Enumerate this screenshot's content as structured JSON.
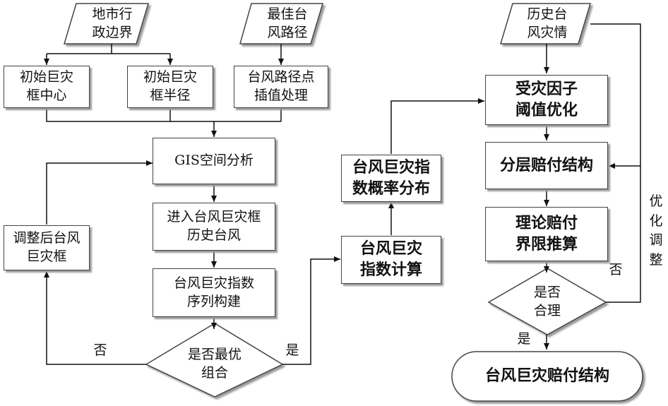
{
  "inputs": {
    "admin_boundary": [
      "地市行",
      "政边界"
    ],
    "best_track": [
      "最佳台",
      "风路径"
    ],
    "historical_damage": [
      "历史台",
      "风灾情"
    ]
  },
  "left": {
    "initial_center": [
      "初始巨灾",
      "框中心"
    ],
    "initial_radius": [
      "初始巨灾",
      "框半径"
    ],
    "track_interp": [
      "台风路径点",
      "插值处理"
    ],
    "gis": "GIS空间分析",
    "enter_box": [
      "进入台风巨灾框",
      "历史台风"
    ],
    "index_seq": [
      "台风巨灾指数",
      "序列构建"
    ],
    "decision": [
      "是否最优",
      "组合"
    ],
    "adjusted_box": [
      "调整后台风",
      "巨灾框"
    ],
    "no_label": "否",
    "yes_label": "是"
  },
  "middle": {
    "index_calc": [
      "台风巨灾",
      "指数计算"
    ],
    "index_dist": [
      "台风巨灾指",
      "数概率分布"
    ]
  },
  "right": {
    "threshold": [
      "受灾因子",
      "阈值优化"
    ],
    "layered": "分层赔付结构",
    "theory": [
      "理论赔付",
      "界限推算"
    ],
    "decision": [
      "是否",
      "合理"
    ],
    "no_label": "否",
    "yes_label": "是",
    "optimize": "优化调整",
    "final": "台风巨灾赔付结构"
  }
}
